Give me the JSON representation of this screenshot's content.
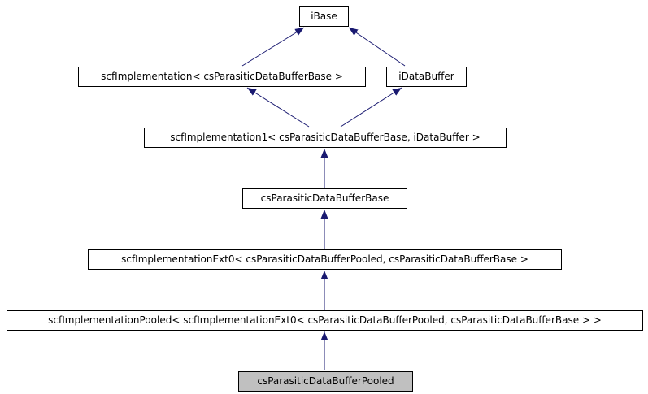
{
  "diagram": {
    "kind": "class-inheritance-graph",
    "nodes": [
      {
        "id": "iBase",
        "label": "iBase",
        "current": false
      },
      {
        "id": "scfImplementation",
        "label": "scfImplementation< csParasiticDataBufferBase >",
        "current": false
      },
      {
        "id": "iDataBuffer",
        "label": "iDataBuffer",
        "current": false
      },
      {
        "id": "scfImplementation1",
        "label": "scfImplementation1< csParasiticDataBufferBase, iDataBuffer >",
        "current": false
      },
      {
        "id": "csParasiticDataBufferBase",
        "label": "csParasiticDataBufferBase",
        "current": false
      },
      {
        "id": "scfImplementationExt0",
        "label": "scfImplementationExt0< csParasiticDataBufferPooled, csParasiticDataBufferBase >",
        "current": false
      },
      {
        "id": "scfImplementationPooled",
        "label": "scfImplementationPooled< scfImplementationExt0< csParasiticDataBufferPooled, csParasiticDataBufferBase > >",
        "current": false
      },
      {
        "id": "csParasiticDataBufferPooled",
        "label": "csParasiticDataBufferPooled",
        "current": true
      }
    ],
    "edges": [
      {
        "from": "scfImplementation",
        "to": "iBase",
        "relation": "inherits"
      },
      {
        "from": "iDataBuffer",
        "to": "iBase",
        "relation": "inherits"
      },
      {
        "from": "scfImplementation1",
        "to": "scfImplementation",
        "relation": "inherits"
      },
      {
        "from": "scfImplementation1",
        "to": "iDataBuffer",
        "relation": "inherits"
      },
      {
        "from": "csParasiticDataBufferBase",
        "to": "scfImplementation1",
        "relation": "inherits"
      },
      {
        "from": "scfImplementationExt0",
        "to": "csParasiticDataBufferBase",
        "relation": "inherits"
      },
      {
        "from": "scfImplementationPooled",
        "to": "scfImplementationExt0",
        "relation": "inherits"
      },
      {
        "from": "csParasiticDataBufferPooled",
        "to": "scfImplementationPooled",
        "relation": "inherits"
      }
    ],
    "colors": {
      "edge": "#191970",
      "node_fill": "#ffffff",
      "node_border": "#000000",
      "current_fill": "#c0c0c0",
      "text": "#000000",
      "background": "#ffffff"
    }
  }
}
